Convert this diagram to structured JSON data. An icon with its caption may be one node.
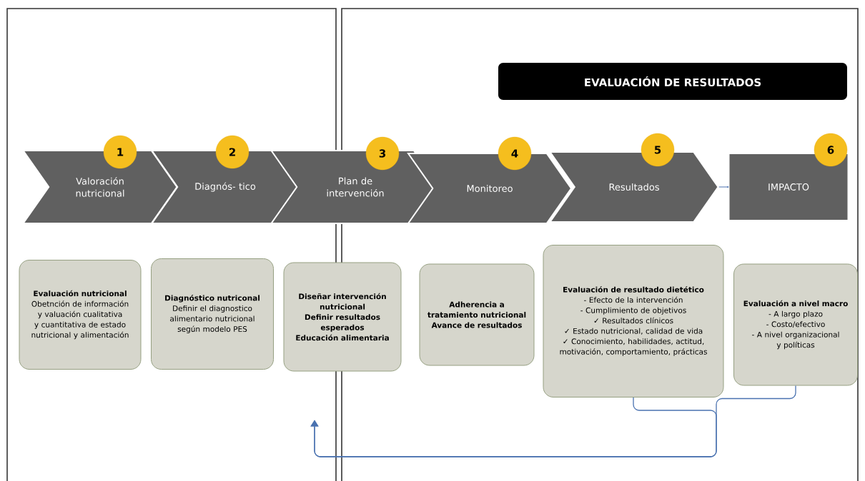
{
  "diagram": {
    "nodes": [
      {
        "text": [
          "EVALUACIÓN DE RESULTADOS"
        ]
      },
      {
        "text": [
          "Valoración nutricional"
        ]
      },
      {
        "text": [
          "1"
        ]
      },
      {
        "text": [
          "Diagnós- tico"
        ]
      },
      {
        "text": [
          "2"
        ]
      },
      {
        "text": [
          "Plan de intervención"
        ]
      },
      {
        "text": [
          "3"
        ]
      },
      {
        "text": [
          "Monitoreo"
        ]
      },
      {
        "text": [
          "4"
        ]
      },
      {
        "text": [
          "Resultados"
        ]
      },
      {
        "text": [
          "5"
        ]
      },
      {
        "text": [
          "IMPACTO"
        ]
      },
      {
        "text": [
          "6"
        ]
      },
      {
        "text": [
          "Evaluación nutricional",
          "Obetnción de información y valuación cualitativa y cuantitativa de estado nutricional y alimentación"
        ]
      },
      {
        "text": [
          "Diagnóstico nutriconal",
          "Definir el diagnostico alimentario nutricional según modelo PES"
        ]
      },
      {
        "text": [
          "Diseñar intervención nutricional",
          "Definir resultados esperados",
          "Educación alimentaria"
        ]
      },
      {
        "text": [
          "Adherencia a tratamiento nutricional",
          "Avance de resultados"
        ]
      },
      {
        "text": [
          "Evaluación de resultado dietético",
          "- Efecto de la intervención",
          "- Cumplimiento de objetivos",
          "✓ Resultados clínicos",
          "✓ Estado nutricional, calidad de vida",
          "✓ Conocimiento, habilidades, actitud, motivación, comportamiento, prácticas"
        ]
      },
      {
        "text": [
          "Evaluación a nivel macro",
          "- A largo plazo",
          "- Costo/efectivo",
          "- A nivel organizacional y políticas"
        ]
      }
    ],
    "edges": [
      {
        "from": 9,
        "to": 11,
        "arrow": "to"
      },
      {
        "from": 17,
        "to": 15,
        "arrow": "to"
      },
      {
        "from": 18,
        "to": 15,
        "arrow": "to"
      }
    ]
  }
}
